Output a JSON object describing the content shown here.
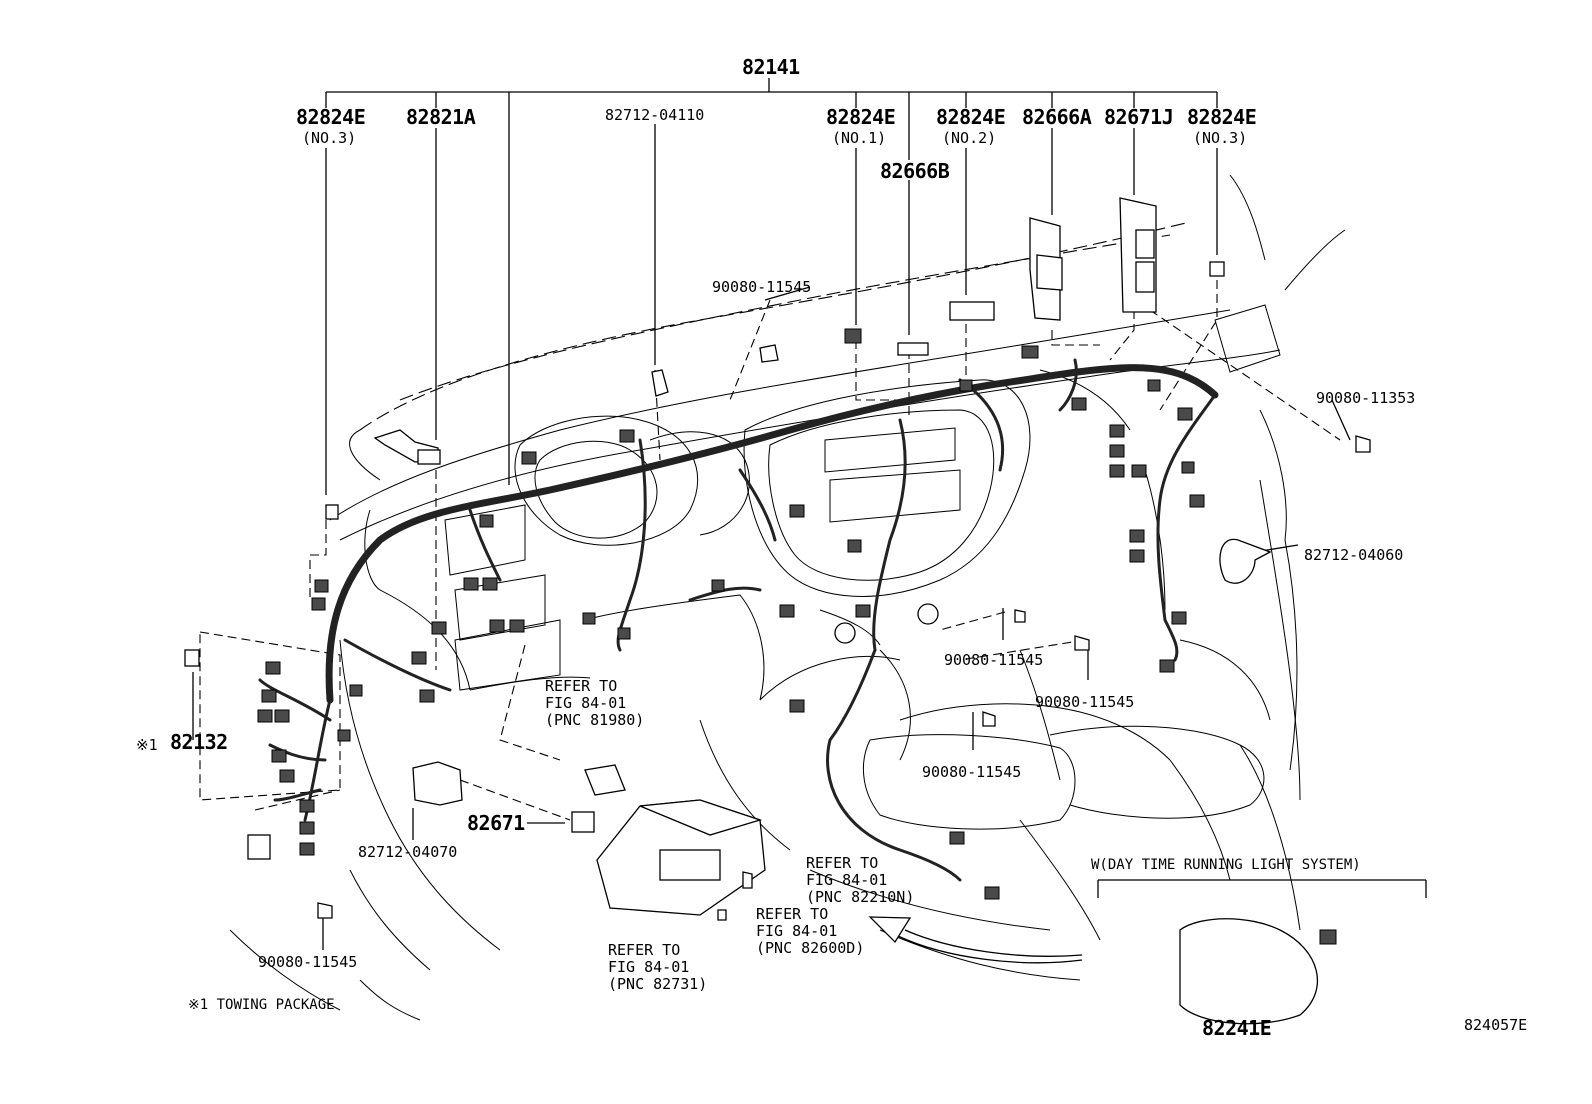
{
  "labels": {
    "main_harness": "82141",
    "left_82824E": "82824E",
    "left_82824E_sub": "(NO.3)",
    "p82821A": "82821A",
    "p82712_04110": "82712-04110",
    "center_82824E": "82824E",
    "center_82824E_sub": "(NO.1)",
    "p82666B": "82666B",
    "right_82824E": "82824E",
    "right_82824E_sub": "(NO.2)",
    "p82666A": "82666A",
    "p82671J": "82671J",
    "far_82824E": "82824E",
    "far_82824E_sub": "(NO.3)",
    "bolt_top": "90080-11545",
    "bolt_right": "90080-11353",
    "p82712_04060": "82712-04060",
    "bolt_mid1": "90080-11545",
    "bolt_mid2": "90080-11545",
    "bolt_mid3": "90080-11545",
    "p82132_mark": "※1",
    "p82132": "82132",
    "p82671": "82671",
    "p82712_04070": "82712-04070",
    "bolt_left": "90080-11545",
    "p82241E": "82241E",
    "drl_title": "W(DAY TIME RUNNING LIGHT SYSTEM)",
    "footnote": "※1 TOWING PACKAGE",
    "figure_id": "824057E"
  },
  "refs": {
    "ref_81980": "REFER TO\nFIG 84-01\n(PNC 81980)",
    "ref_82731": "REFER TO\nFIG 84-01\n(PNC 82731)",
    "ref_82210N": "REFER TO\nFIG 84-01\n(PNC 82210N)",
    "ref_82600D": "REFER TO\nFIG 84-01\n(PNC 82600D)"
  }
}
